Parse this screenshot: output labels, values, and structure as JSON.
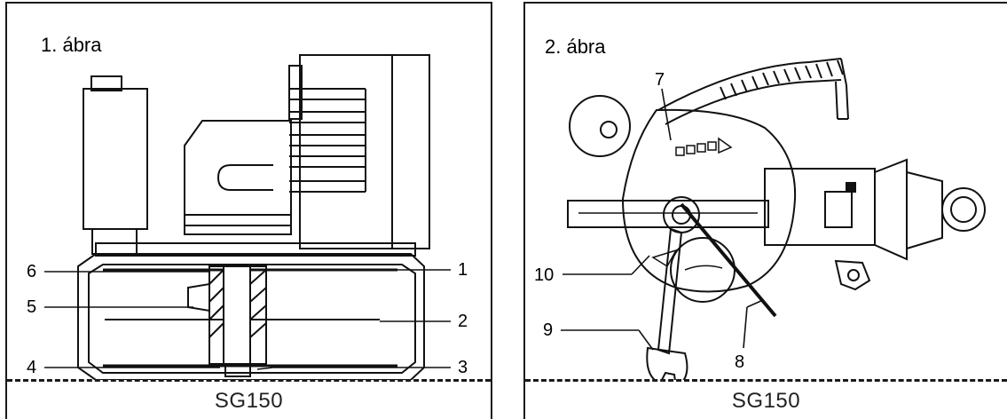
{
  "figures": [
    {
      "title": "1. ábra",
      "footer": "SG150",
      "callouts": [
        "1",
        "2",
        "3",
        "4",
        "5",
        "6"
      ]
    },
    {
      "title": "2. ábra",
      "footer": "SG150",
      "callouts": [
        "7",
        "8",
        "9",
        "10"
      ]
    }
  ]
}
